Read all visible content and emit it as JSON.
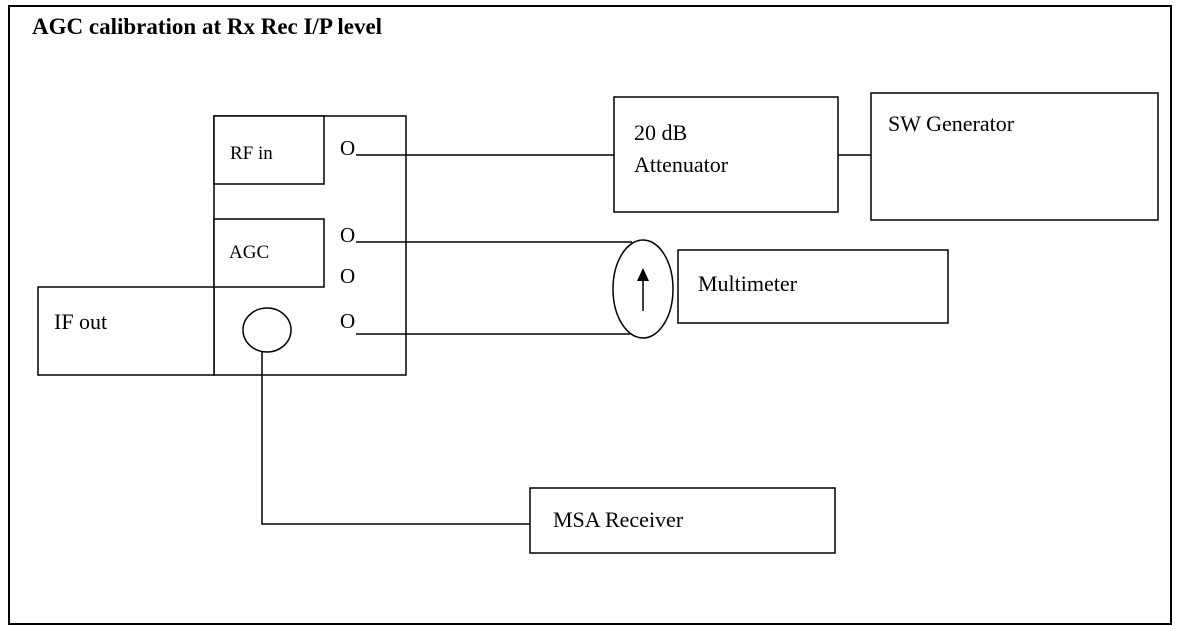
{
  "title": "AGC calibration at Rx Rec I/P level",
  "blocks": {
    "rf_in": "RF in",
    "agc": "AGC",
    "if_out": "IF out",
    "attenuator_line1": "20 dB",
    "attenuator_line2": "Attenuator",
    "sw_generator": "SW Generator",
    "multimeter": "Multimeter",
    "msa_receiver": "MSA Receiver"
  },
  "port_glyph": "O"
}
